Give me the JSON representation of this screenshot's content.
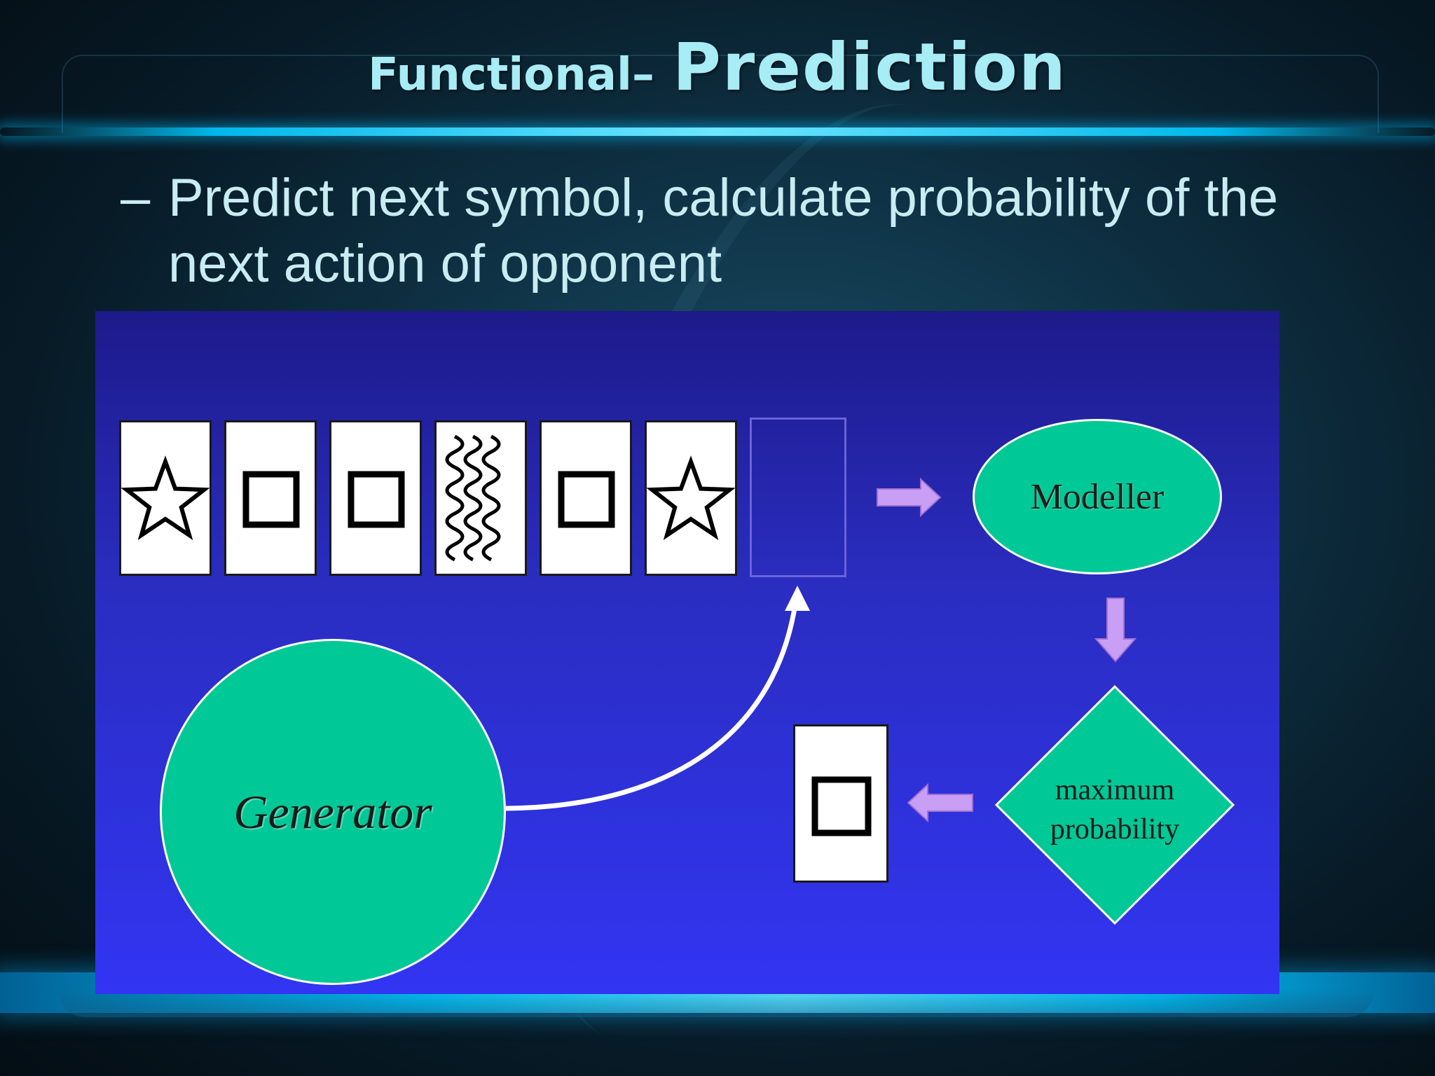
{
  "slide": {
    "title_part1": "Functional",
    "title_dash": "–",
    "title_part2": "Prediction",
    "bullet_dash": "–",
    "bullet_text": "Predict next symbol, calculate probability of the next action of opponent"
  },
  "diagram": {
    "sequence": [
      {
        "symbol": "star-icon"
      },
      {
        "symbol": "square-icon"
      },
      {
        "symbol": "square-icon"
      },
      {
        "symbol": "wavy-lines-icon"
      },
      {
        "symbol": "square-icon"
      },
      {
        "symbol": "star-icon"
      }
    ],
    "modeller_label": "Modeller",
    "generator_label": "Generator",
    "decision_line1": "maximum",
    "decision_line2": "probability",
    "predicted_symbol": "square-icon",
    "colors": {
      "node_fill": "#00c896",
      "arrow_fill": "#c99ef5",
      "panel_top": "#1d1a8a",
      "panel_bottom": "#3235f2",
      "title_color": "#a8ecf5",
      "bullet_color": "#c8ecf2"
    }
  }
}
